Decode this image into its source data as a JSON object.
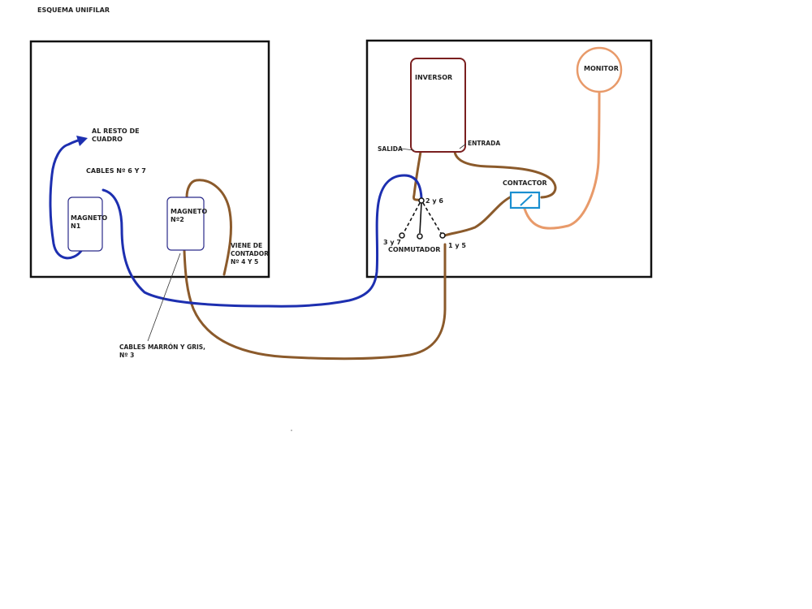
{
  "title": "ESQUEMA UNIFILAR",
  "colors": {
    "blue_wire": "#1d2fb0",
    "brown_wire": "#8b5a2b",
    "orange_wire": "#e89a6a",
    "inversor_border": "#7a1f1f",
    "contactor_border": "#1a8fd0",
    "panel_border": "#111111",
    "device_border": "#2a2a8a"
  },
  "labels": {
    "al_resto": "AL RESTO DE\nCUADRO",
    "cables_67": "CABLES Nº 6 Y 7",
    "magneto1": "MAGNETO\nN1",
    "magneto2": "MAGNETO\nNº2",
    "viene": "VIENE DE\nCONTADOR\nNº 4 Y 5",
    "cables_marron": "CABLES MARRÓN Y GRIS,\nNº 3",
    "inversor": "INVERSOR",
    "salida": "SALIDA",
    "entrada": "ENTRADA",
    "contactor": "CONTACTOR",
    "monitor": "MONITOR",
    "t26": "2 y 6",
    "t37": "3 y 7",
    "t15": "1 y 5",
    "conmutador": "CONMUTADOR"
  },
  "icons": {
    "arrow": "arrow-head-icon",
    "coil": "contactor-coil-icon",
    "terminal": "terminal-ring-icon"
  }
}
